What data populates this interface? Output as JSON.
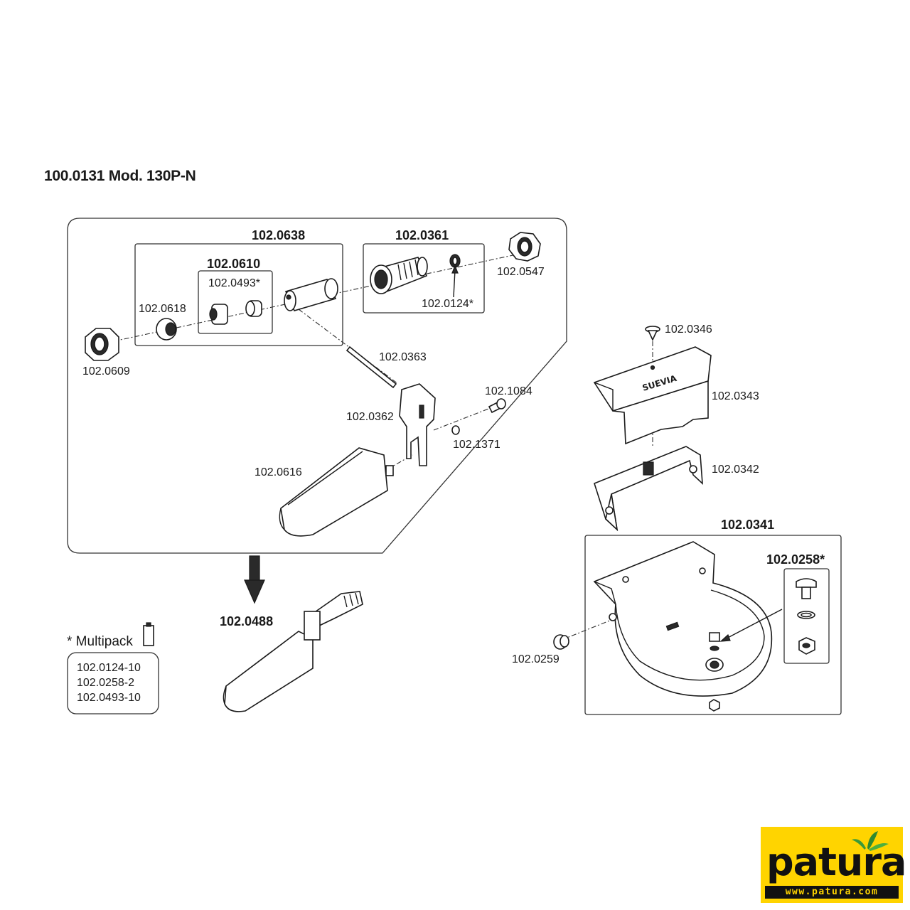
{
  "title": "100.0131 Mod. 130P-N",
  "labels": {
    "p0638": "102.0638",
    "p0361": "102.0361",
    "p0610": "102.0610",
    "p0493": "102.0493*",
    "p0547": "102.0547",
    "p0124": "102.0124*",
    "p0618": "102.0618",
    "p0609": "102.0609",
    "p0363": "102.0363",
    "p1084": "102.1084",
    "p0362": "102.0362",
    "p1371": "102.1371",
    "p0616": "102.0616",
    "p0488": "102.0488",
    "p0346": "102.0346",
    "p0343": "102.0343",
    "p0342": "102.0342",
    "p0341": "102.0341",
    "p0258": "102.0258*",
    "p0259": "102.0259"
  },
  "multipack": {
    "title": "* Multipack",
    "items": [
      "102.0124-10",
      "102.0258-2",
      "102.0493-10"
    ]
  },
  "bowl_brand": "SUEVIA",
  "logo": {
    "word": "patura",
    "url": "www.patura.com",
    "bg_color": "#ffd400",
    "text_color": "#111111",
    "leaf_color": "#3a9a3a"
  }
}
